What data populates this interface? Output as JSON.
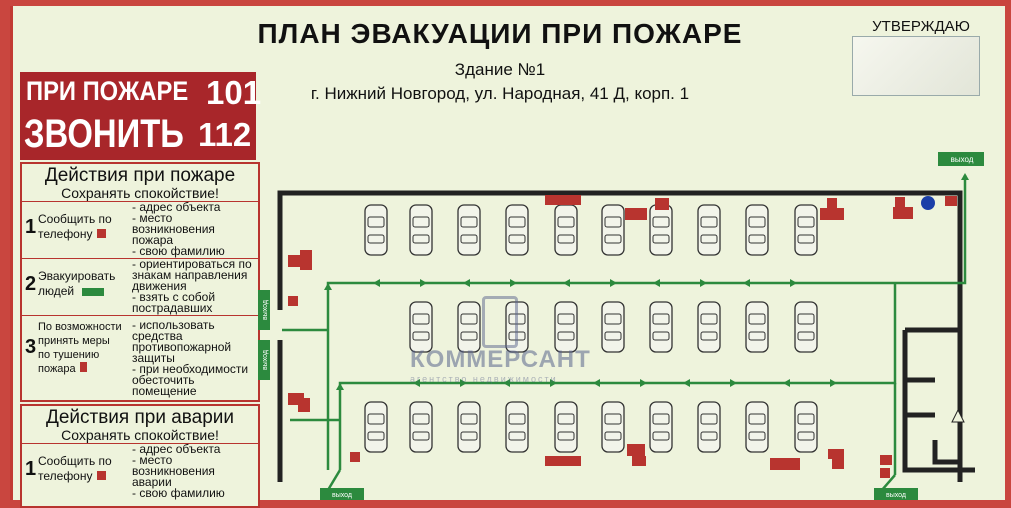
{
  "header": {
    "title": "ПЛАН ЭВАКУАЦИИ ПРИ ПОЖАРЕ",
    "building": "Здание №1",
    "address": "г. Нижний Новгород,  ул. Народная, 41 Д, корп. 1",
    "approve": "УТВЕРЖДАЮ"
  },
  "call": {
    "line1": "ПРИ ПОЖАРЕ",
    "line2": "ЗВОНИТЬ",
    "num1": "101",
    "num2": "112"
  },
  "fire": {
    "heading": "Действия при пожаре",
    "calm": "Сохранять спокойствие!",
    "steps": [
      {
        "num": "1",
        "label": "Сообщить по телефону",
        "items": [
          "- адрес объекта",
          "- место возникновения пожара",
          "- свою фамилию"
        ]
      },
      {
        "num": "2",
        "label": "Эвакуировать людей",
        "items": [
          "- ориентироваться по знакам направления движения",
          "- взять с собой пострадавших"
        ]
      },
      {
        "num": "3",
        "label": "По возможности принять меры по тушению пожара",
        "items": [
          "- использовать средства противопожарной защиты",
          "- при необходимости обесточить помещение"
        ]
      }
    ]
  },
  "accident": {
    "heading": "Действия при аварии",
    "calm": "Сохранять спокойствие!",
    "step1": {
      "num": "1",
      "label": "Сообщить по телефону",
      "items": [
        "- адрес объекта",
        "- место возникновения аварии",
        "- свою фамилию"
      ]
    }
  },
  "signs": {
    "exit": "выход"
  },
  "watermark": {
    "name": "КОММЕРСАНТ",
    "tag": "агентство недвижимости"
  },
  "colors": {
    "accent": "#a8262a",
    "route": "#2c8a3e",
    "wall": "#222222",
    "board": "#eef3dc"
  }
}
